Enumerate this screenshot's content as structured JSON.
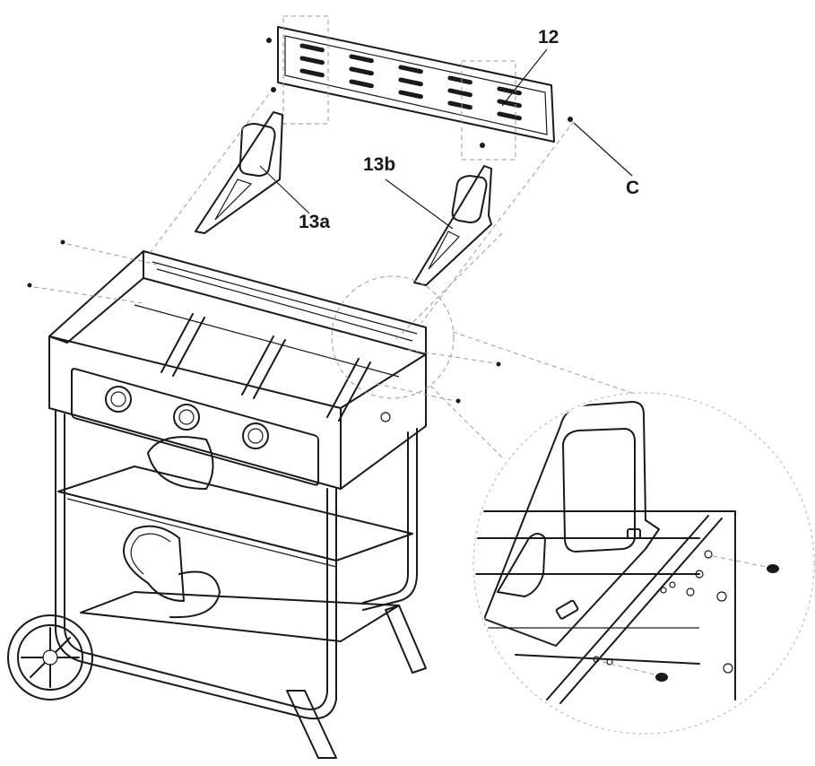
{
  "labels": {
    "part_12": "12",
    "part_13a": "13a",
    "part_13b": "13b",
    "part_c": "C"
  },
  "colors": {
    "line": "#1a1a1a",
    "guide": "#9a9a9a",
    "background": "#ffffff"
  }
}
